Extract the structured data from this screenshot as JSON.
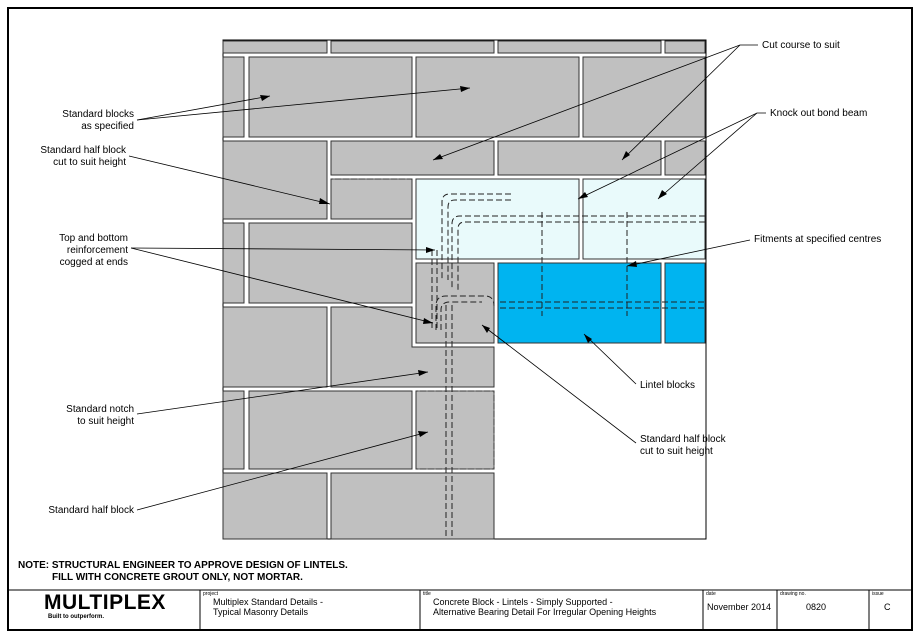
{
  "labels": {
    "standard_blocks": [
      "Standard blocks",
      "as specified"
    ],
    "half_block_top": [
      "Standard half block",
      "cut to suit height"
    ],
    "reinforcement": [
      "Top and bottom",
      "reinforcement",
      "cogged at ends"
    ],
    "notch": [
      "Standard notch",
      "to suit height"
    ],
    "half_block_bottom": [
      "Standard half block"
    ],
    "cut_course": [
      "Cut course to suit"
    ],
    "knock_out": [
      "Knock out bond beam"
    ],
    "fitments": [
      "Fitments at specified centres"
    ],
    "lintel_blocks": [
      "Lintel blocks"
    ],
    "half_block_right": [
      "Standard half block",
      "cut to suit height"
    ]
  },
  "note": [
    "NOTE: STRUCTURAL ENGINEER TO APPROVE DESIGN OF LINTELS.",
    "FILL WITH CONCRETE GROUT ONLY, NOT MORTAR."
  ],
  "title_block": {
    "logo": "MULTIPLEX",
    "tagline": "Built to outperform.",
    "project_caption": "project",
    "project": [
      "Multiplex Standard Details -",
      "Typical Masonry Details"
    ],
    "title_caption": "title",
    "title": [
      "Concrete Block - Lintels - Simply Supported -",
      "Alternative Bearing Detail For Irregular Opening Heights"
    ],
    "date_caption": "date",
    "date": "November 2014",
    "drawing_caption": "drawing no.",
    "drawing_no": "0820",
    "issue_caption": "issue",
    "issue": "C"
  },
  "colors": {
    "block": "#c0c0c0",
    "bond_beam": "#e9fafb",
    "lintel": "#00b4f0"
  }
}
